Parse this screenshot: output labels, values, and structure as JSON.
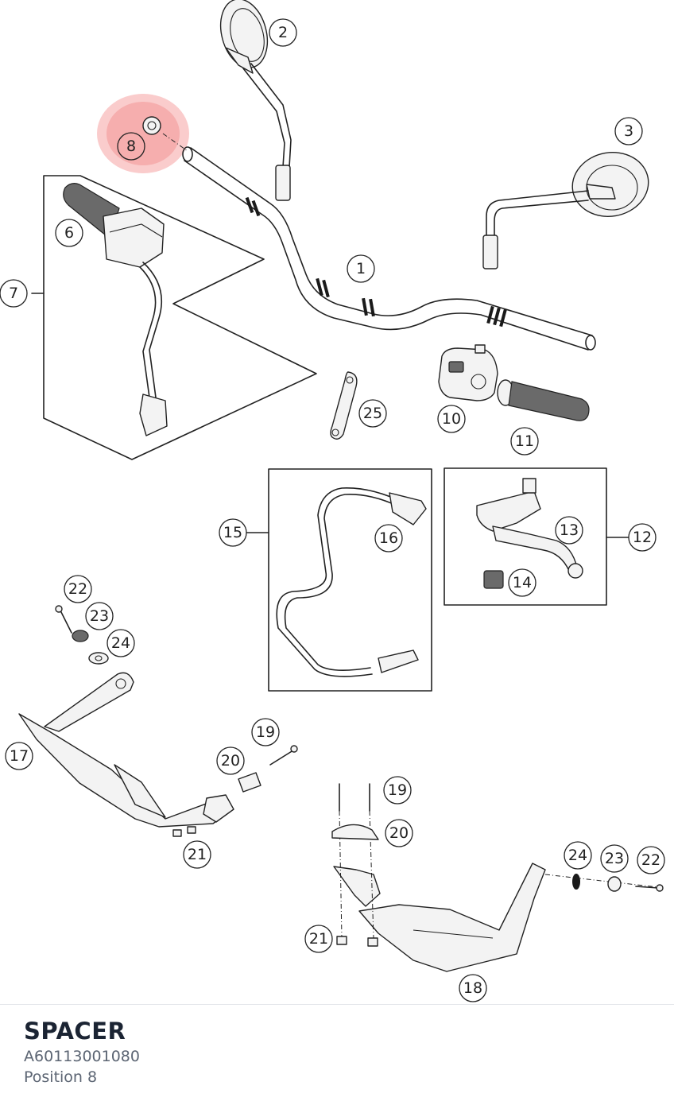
{
  "diagram": {
    "callouts": [
      "1",
      "2",
      "3",
      "6",
      "7",
      "8",
      "10",
      "11",
      "12",
      "13",
      "14",
      "15",
      "16",
      "17",
      "19",
      "20",
      "21",
      "22",
      "23",
      "24",
      "25",
      "19",
      "20",
      "21",
      "24",
      "23",
      "22",
      "18"
    ],
    "highlight_color": "#f5a3a3",
    "selected_callout": "8"
  },
  "selected_part": {
    "name": "SPACER",
    "number": "A60113001080",
    "position": "Position 8"
  }
}
